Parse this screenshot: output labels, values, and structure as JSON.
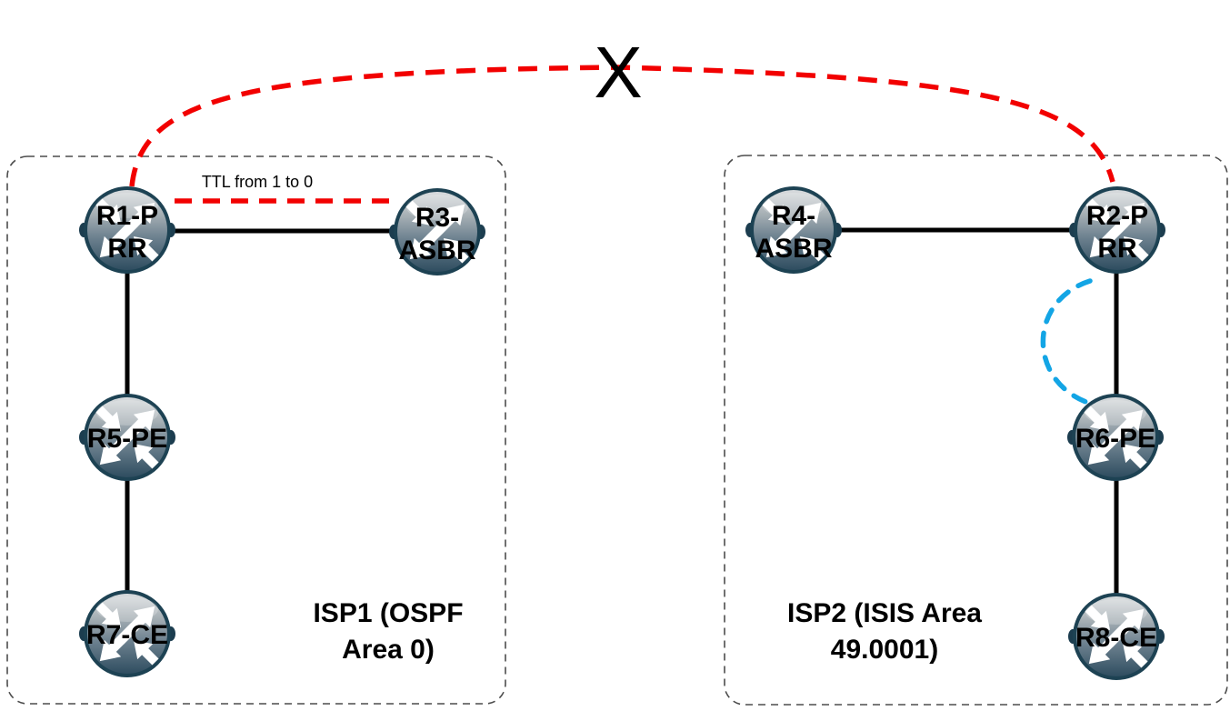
{
  "diagram": {
    "colors": {
      "link": "#000000",
      "broken_session": "#f20000",
      "ibgp_session": "#13a5e5",
      "region_border": "#4d4d4d"
    },
    "regions": {
      "isp1": {
        "line1": "ISP1 (OSPF",
        "line2": "Area 0)"
      },
      "isp2": {
        "line1": "ISP2 (ISIS Area",
        "line2": "49.0001)"
      }
    },
    "nodes": {
      "r1": {
        "line1": "R1-P",
        "line2": "RR"
      },
      "r3": {
        "line1": "R3-",
        "line2": "ASBR"
      },
      "r5": {
        "label": "R5-PE"
      },
      "r7": {
        "label": "R7-CE"
      },
      "r4": {
        "line1": "R4-",
        "line2": "ASBR"
      },
      "r2": {
        "line1": "R2-P",
        "line2": "RR"
      },
      "r6": {
        "label": "R6-PE"
      },
      "r8": {
        "label": "R8-CE"
      }
    },
    "annotations": {
      "ttl": "TTL from 1 to 0",
      "break_mark": "X"
    }
  }
}
